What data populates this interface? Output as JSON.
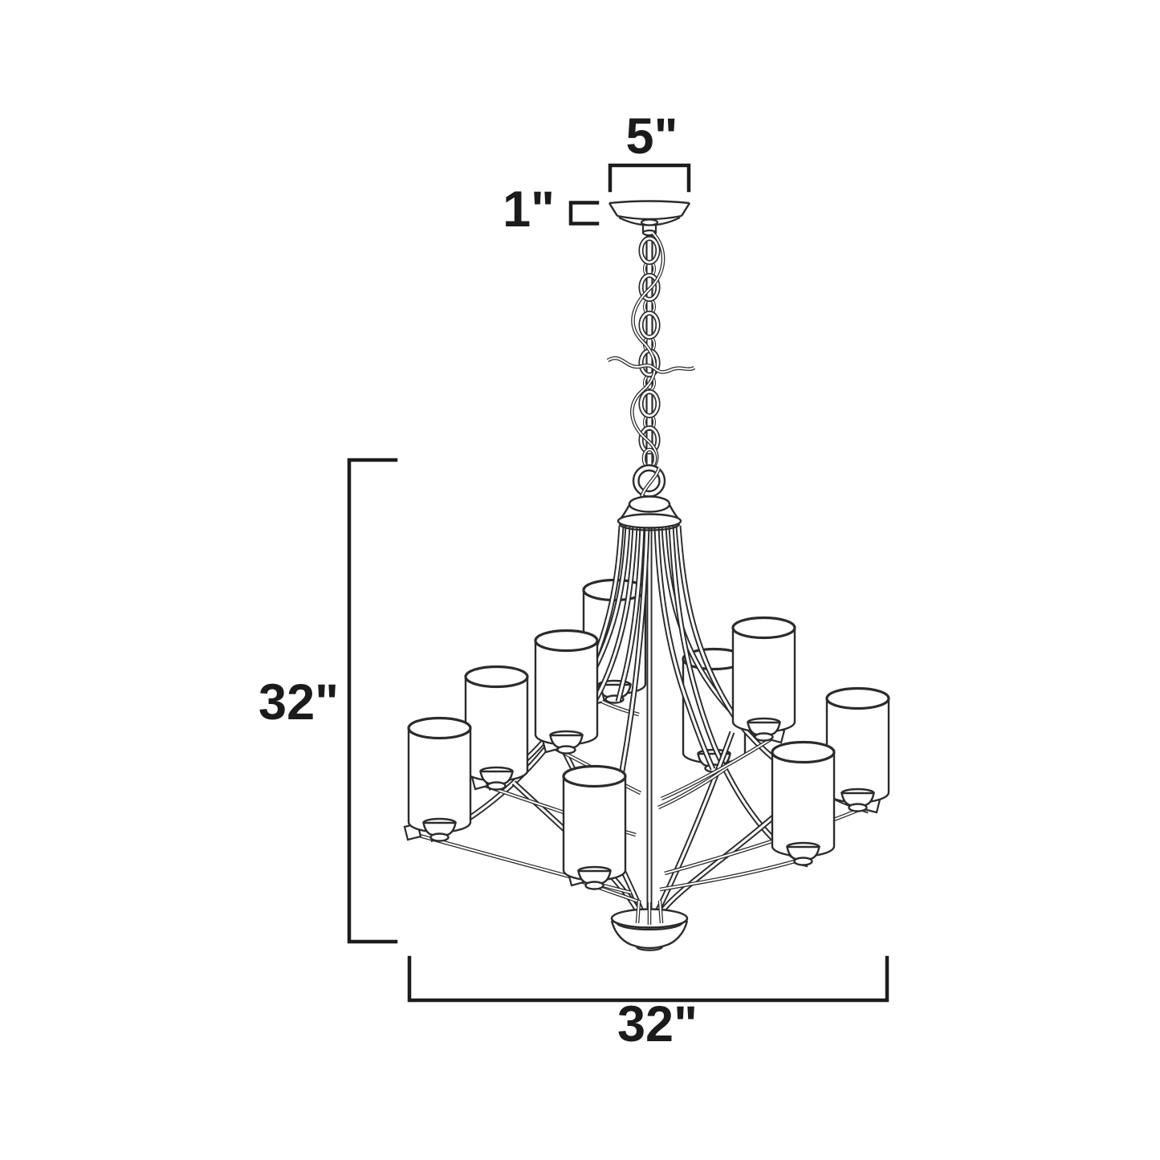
{
  "page": {
    "background": "#ffffff"
  },
  "diagram": {
    "subject": "Two-tier 9-light chandelier dimension line drawing",
    "light_count": 9,
    "line_color": "#2b2b2b",
    "dimension_color": "#1c1c1c",
    "labels": {
      "canopy_width": "5\"",
      "canopy_height": "1\"",
      "fixture_height": "32\"",
      "fixture_width": "32\""
    }
  }
}
